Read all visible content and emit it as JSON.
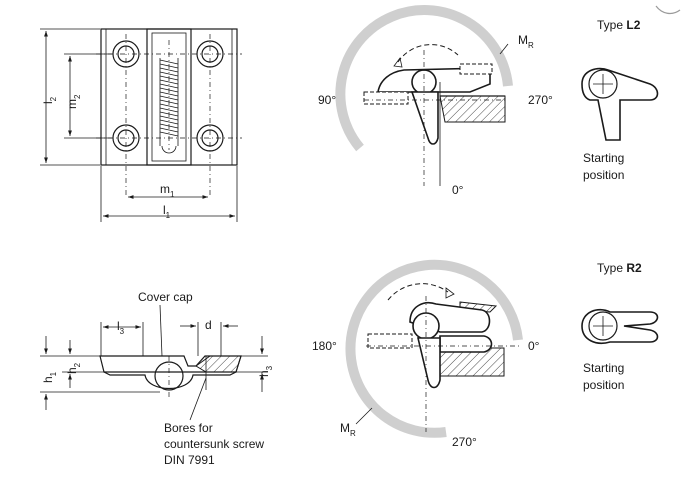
{
  "front_view": {
    "l1": "l",
    "l1_sub": "1",
    "l2": "l",
    "l2_sub": "2",
    "m1": "m",
    "m1_sub": "1",
    "m2": "m",
    "m2_sub": "2"
  },
  "side_view": {
    "cover_cap": "Cover cap",
    "l3": "l",
    "l3_sub": "3",
    "d": "d",
    "h1": "h",
    "h1_sub": "1",
    "h2": "h",
    "h2_sub": "2",
    "h3": "h",
    "h3_sub": "3",
    "bores_line1": "Bores for",
    "bores_line2": "countersunk screw",
    "bores_line3": "DIN 7991"
  },
  "type_l2": {
    "type_prefix": "Type ",
    "type_code": "L2",
    "mr": "M",
    "mr_sub": "R",
    "angle_left": "90°",
    "angle_right": "270°",
    "angle_bottom": "0°",
    "starting_line1": "Starting",
    "starting_line2": "position"
  },
  "type_r2": {
    "type_prefix": "Type ",
    "type_code": "R2",
    "mr": "M",
    "mr_sub": "R",
    "angle_left": "180°",
    "angle_right": "0°",
    "angle_bottom": "270°",
    "starting_line1": "Starting",
    "starting_line2": "position"
  }
}
